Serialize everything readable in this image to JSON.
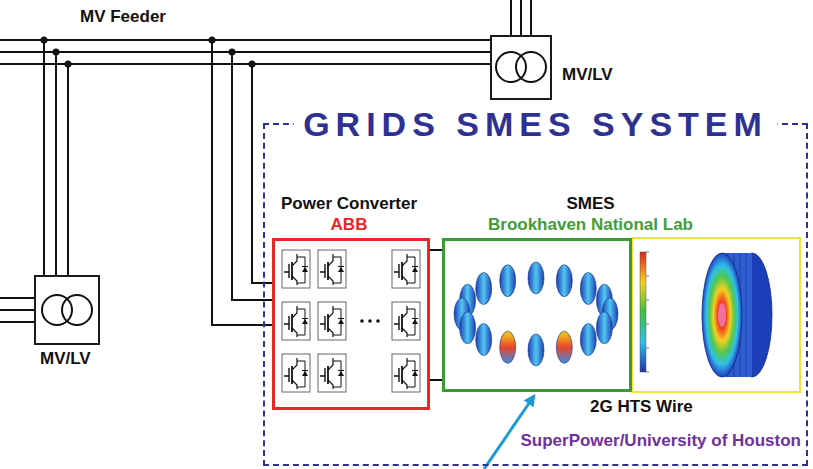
{
  "diagram": {
    "nodes": [
      {
        "text": [
          "MV/LV"
        ]
      },
      {
        "text": [
          "GRIDS SMES SYSTEM"
        ]
      },
      {
        "text": [
          "Power Converter",
          "ABB"
        ],
        "in": 1
      },
      {
        "text": [
          "SMES",
          "Brookhaven National Lab"
        ],
        "in": 1
      },
      {
        "text": [
          "MV/LV"
        ]
      }
    ],
    "edges": [
      {
        "from": 2,
        "to": 3,
        "arrow": "none"
      }
    ],
    "labels": [
      "MV Feeder",
      "2G HTS Wire",
      "SuperPower/University of Houston"
    ]
  }
}
